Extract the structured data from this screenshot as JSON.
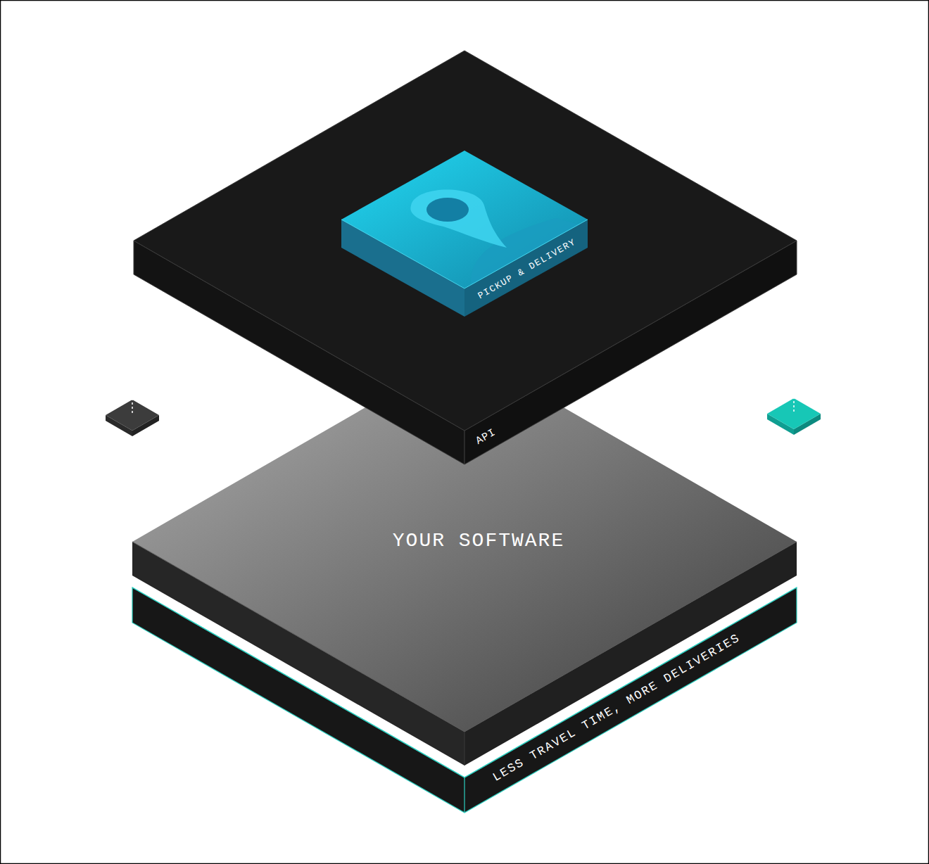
{
  "diagram": {
    "nodes": [
      {
        "text": [
          "API"
        ]
      },
      {
        "text": [
          "PICKUP & DELIVERY"
        ],
        "in": 0
      },
      {
        "text": [
          "YOUR SOFTWARE"
        ]
      },
      {
        "text": [
          "LESS TRAVEL TIME, MORE DELIVERIES"
        ]
      }
    ],
    "edges": []
  }
}
